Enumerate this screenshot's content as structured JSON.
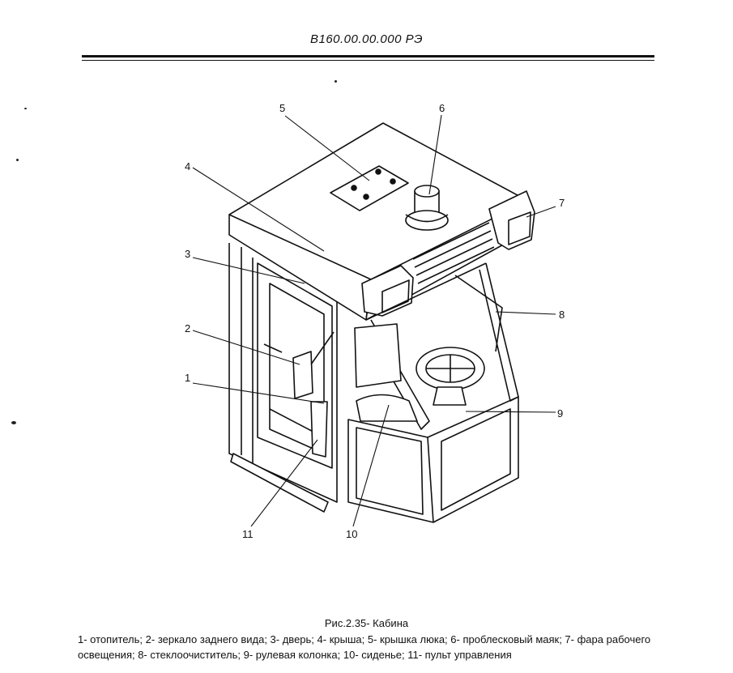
{
  "header": {
    "doc_code": "В160.00.00.000  РЭ"
  },
  "figure": {
    "callouts": [
      "1",
      "2",
      "3",
      "4",
      "5",
      "6",
      "7",
      "8",
      "9",
      "10",
      "11"
    ],
    "caption_title": "Рис.2.35- Кабина",
    "caption_legend": "1- отопитель; 2- зеркало заднего вида; 3- дверь; 4- крыша; 5- крышка люка; 6- проблесковый маяк; 7- фара рабочего освещения; 8- стеклоочиститель; 9- рулевая колонка; 10- сиденье; 11- пульт управления"
  }
}
